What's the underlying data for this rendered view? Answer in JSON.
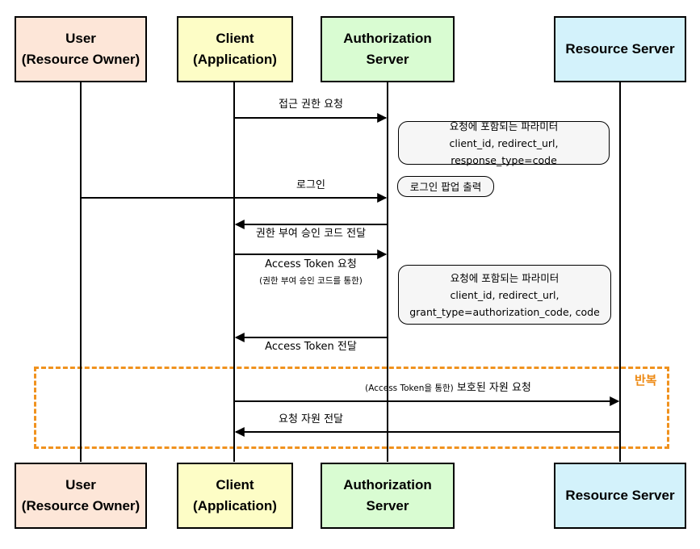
{
  "participants": {
    "user": {
      "line1": "User",
      "line2": "(Resource Owner)"
    },
    "client": {
      "line1": "Client",
      "line2": "(Application)"
    },
    "auth": {
      "line1": "Authorization Server"
    },
    "resource": {
      "line1": "Resource Server"
    }
  },
  "messages": {
    "m1": "접근 권한 요청",
    "m2": "로그인",
    "m3": "권한 부여 승인 코드 전달",
    "m4": "Access Token 요청",
    "m4_sub": "(권한 부여 승인 코드를 통한)",
    "m5": "Access Token 전달",
    "m6_prefix": "(Access Token을 통한)",
    "m6": "보호된 자원 요청",
    "m7": "요청 자원 전달"
  },
  "notes": {
    "n1": {
      "title": "요청에 포함되는 파라미터",
      "line1": "client_id, redirect_url, response_type=code"
    },
    "n2": {
      "title": "로그인 팝업 출력"
    },
    "n3": {
      "title": "요청에 포함되는 파라미터",
      "line1": "client_id, redirect_url,",
      "line2": "grant_type=authorization_code, code"
    }
  },
  "loop": {
    "label": "반복"
  },
  "colors": {
    "user": "#fde6d8",
    "client": "#fdfdc6",
    "auth": "#d9fcd2",
    "resource": "#d3f2fb",
    "loop": "#f0921e"
  }
}
